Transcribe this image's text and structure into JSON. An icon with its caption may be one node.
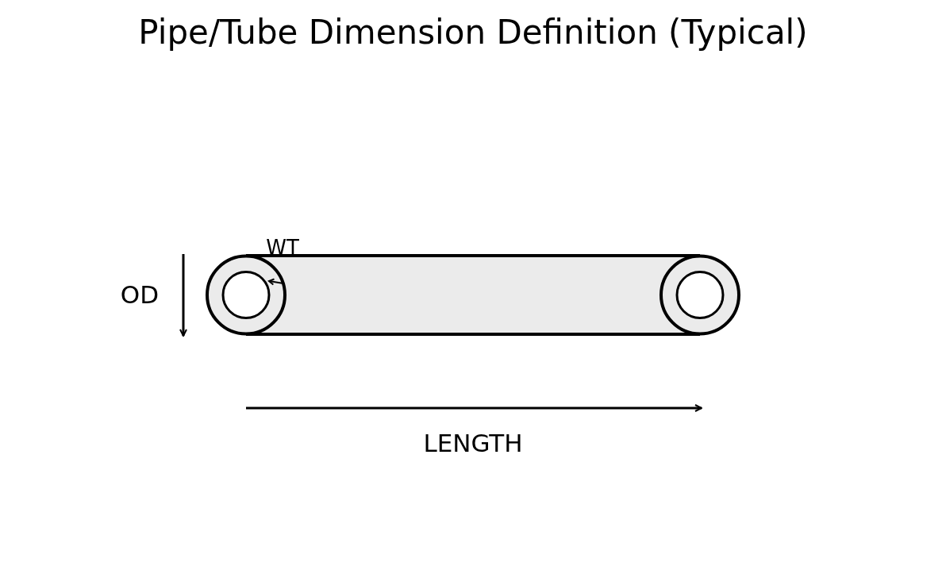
{
  "diagram": {
    "title": "Pipe/Tube Dimension Definition (Typical)",
    "labels": [
      "WT",
      "OD",
      "LENGTH"
    ]
  }
}
